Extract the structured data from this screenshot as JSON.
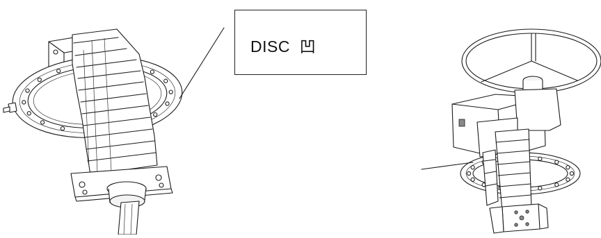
{
  "callout": {
    "label": "DISC",
    "glyph": "凹"
  },
  "figures": [
    {
      "name": "butterfly-valve-bare-shaft"
    },
    {
      "name": "butterfly-valve-handwheel-gear"
    }
  ]
}
